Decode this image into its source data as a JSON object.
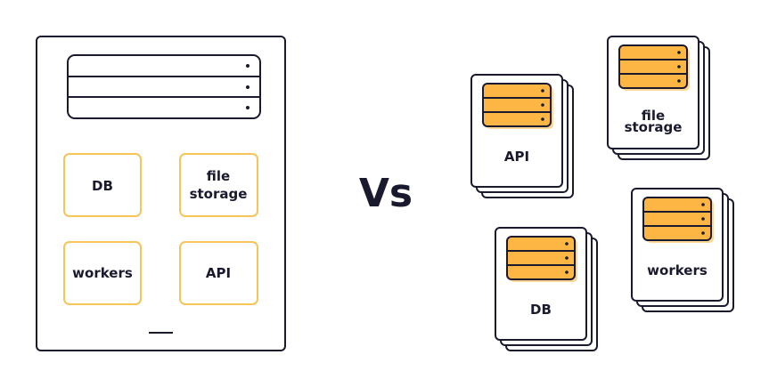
{
  "monolith": {
    "components": {
      "db": "DB",
      "file_storage_line1": "file",
      "file_storage_line2": "storage",
      "workers": "workers",
      "api": "API"
    }
  },
  "separator": "Vs",
  "microservices": {
    "api": "API",
    "file_storage_line1": "file",
    "file_storage_line2": "storage",
    "db": "DB",
    "workers": "workers"
  },
  "colors": {
    "accent": "#FDB544",
    "outline": "#1a1a2e",
    "component_border": "#F6C458"
  }
}
